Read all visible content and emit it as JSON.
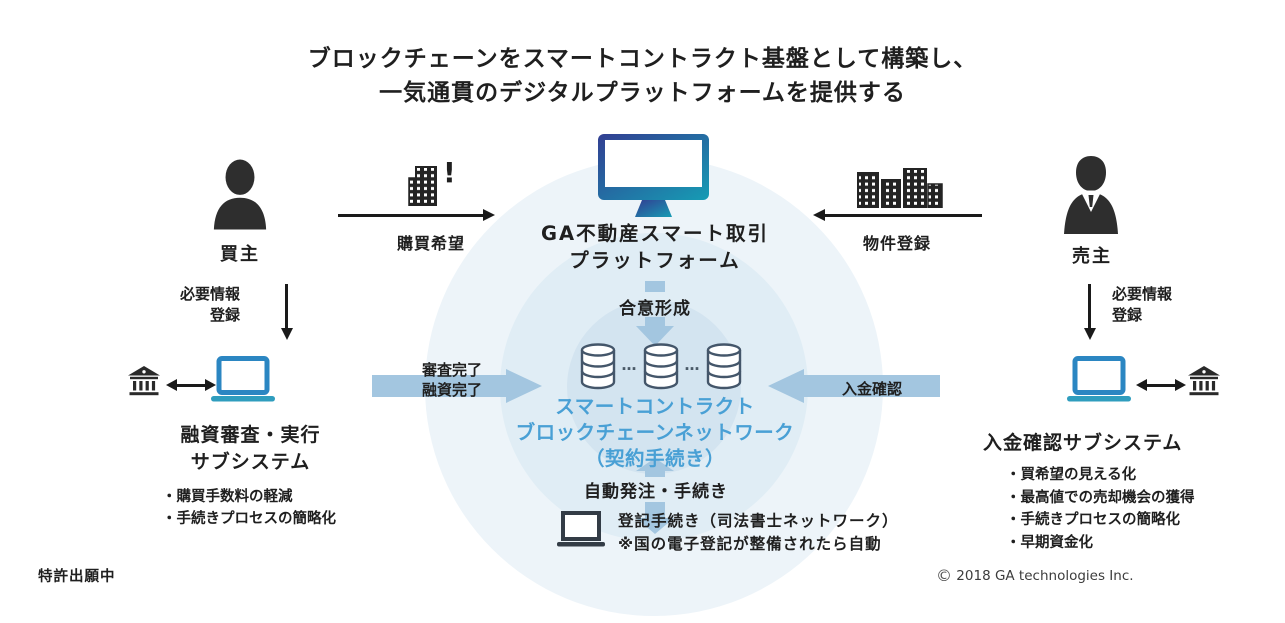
{
  "title": {
    "line1": "ブロックチェーンをスマートコントラクト基盤として構築し、",
    "line2": "一気通貫のデジタルプラットフォームを提供する"
  },
  "buyer": {
    "label": "買主",
    "info_line1": "必要情報",
    "info_line2": "登録",
    "request_label": "購買希望",
    "alert_mark": "!"
  },
  "seller": {
    "label": "売主",
    "info_line1": "必要情報",
    "info_line2": "登録",
    "register_label": "物件登録"
  },
  "platform": {
    "name_line1": "GA不動産スマート取引",
    "name_line2": "プラットフォーム",
    "consensus_label": "合意形成"
  },
  "blockchain": {
    "line1": "スマートコントラクト",
    "line2": "ブロックチェーンネットワーク",
    "line3": "（契約手続き）",
    "ellipsis": "…",
    "auto_order_label": "自動発注・手続き"
  },
  "loan_subsystem": {
    "title_line1": "融資審査・実行",
    "title_line2": "サブシステム",
    "bullets": [
      "・購買手数料の軽減",
      "・手続きプロセスの簡略化"
    ],
    "done_line1": "審査完了",
    "done_line2": "融資完了"
  },
  "payment_subsystem": {
    "title": "入金確認サブシステム",
    "bullets": [
      "・買希望の見える化",
      "・最高値での売却機会の獲得",
      "・手続きプロセスの簡略化",
      "・早期資金化"
    ],
    "confirm_label": "入金確認"
  },
  "registration": {
    "line1": "登記手続き（司法書士ネットワーク）",
    "line2": "※国の電子登記が整備されたら自動"
  },
  "footer": {
    "patent": "特許出願中",
    "copyright_symbol": "©",
    "copyright_text": "2018 GA technologies Inc."
  },
  "colors": {
    "accent_text": "#49a0d5",
    "flow_arrow": "#a3c6e0",
    "black_arrow": "#1a1a1a",
    "icon_dark": "#2e2e2e",
    "monitor_gradient_start": "#323e92",
    "monitor_gradient_end": "#169cb4",
    "laptop_frame": "#2b86c2",
    "laptop_base": "#2f9dbe",
    "db_outline": "#44566a",
    "circle_outer": "#edf4f9",
    "circle_mid": "#e0edf5",
    "circle_inner": "#d3e4f0"
  }
}
